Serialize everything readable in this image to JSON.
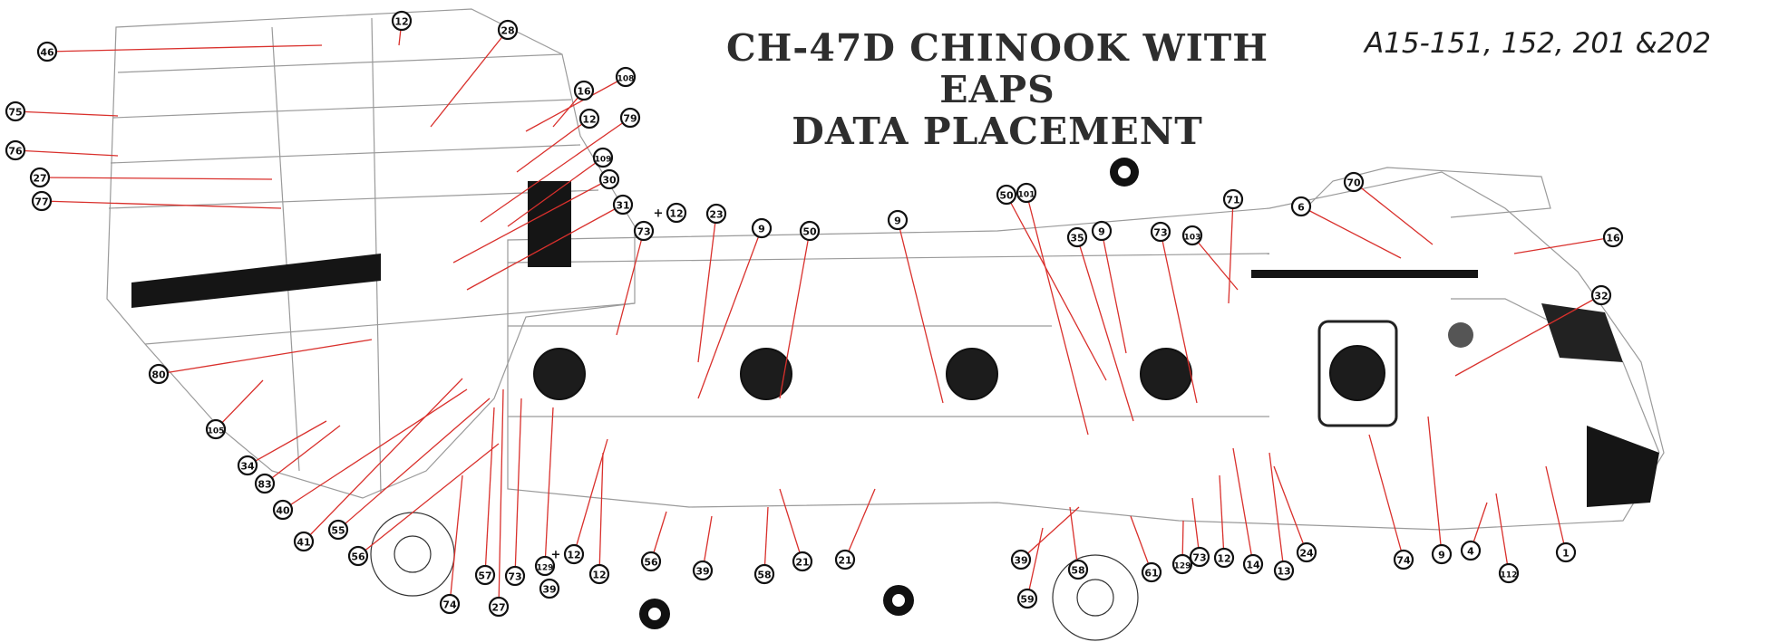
{
  "title_line1": "CH-47D CHINOOK WITH EAPS",
  "title_line2": "DATA PLACEMENT",
  "subtitle": "A15-151, 152, 201 &202",
  "colors": {
    "leader": "#d9302c",
    "ink": "#111111",
    "body_line": "#9a9a9a",
    "paint": "#151515"
  },
  "callouts": [
    "12",
    "28",
    "46",
    "16",
    "108",
    "75",
    "12",
    "79",
    "76",
    "109",
    "27",
    "30",
    "77",
    "31",
    "+ 12",
    "73",
    "23",
    "9",
    "50",
    "9",
    "101",
    "50",
    "35",
    "9",
    "73",
    "103",
    "71",
    "6",
    "70",
    "16",
    "32",
    "80",
    "105",
    "34",
    "83",
    "40",
    "41",
    "55",
    "56",
    "74",
    "57",
    "27",
    "73",
    "129",
    "+ 12",
    "39",
    "12",
    "56",
    "39",
    "58",
    "21",
    "21",
    "39",
    "59",
    "58",
    "61",
    "129",
    "73",
    "12",
    "14",
    "13",
    "24",
    "74",
    "9",
    "4",
    "112",
    "1"
  ]
}
